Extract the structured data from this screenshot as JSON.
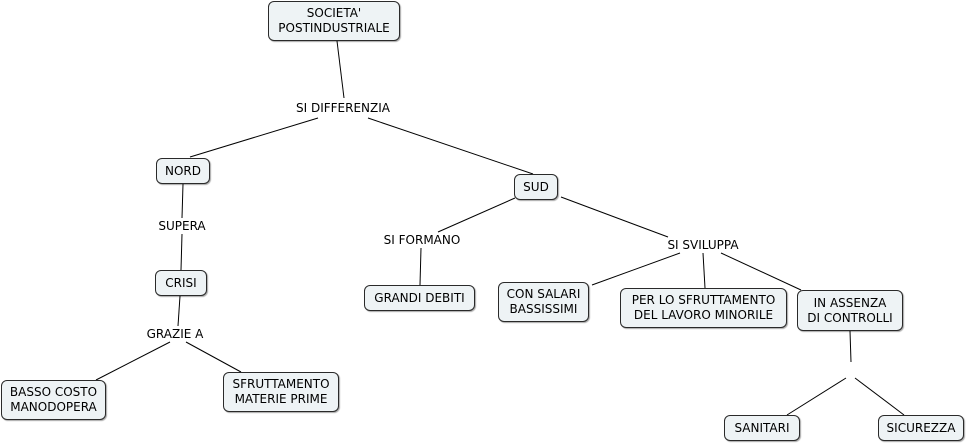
{
  "concepts": {
    "societa": "SOCIETA'\nPOSTINDUSTRIALE",
    "nord": "NORD",
    "sud": "SUD",
    "crisi": "CRISI",
    "basso_costo": "BASSO COSTO\nMANODOPERA",
    "sfruttamento_materie": "SFRUTTAMENTO\nMATERIE PRIME",
    "grandi_debiti": "GRANDI DEBITI",
    "salari": "CON SALARI\nBASSISSIMI",
    "lavoro_minorile": "PER LO SFRUTTAMENTO\nDEL LAVORO MINORILE",
    "assenza_controlli": "IN ASSENZA\nDI CONTROLLI",
    "sanitari": "SANITARI",
    "sicurezza": "SICUREZZA"
  },
  "links": {
    "si_differenzia": "SI DIFFERENZIA",
    "supera": "SUPERA",
    "grazie_a": "GRAZIE A",
    "si_formano": "SI FORMANO",
    "si_sviluppa": "SI SVILUPPA"
  },
  "colors": {
    "node_fill": "#eef3f5",
    "node_border": "#2a2a2a",
    "line": "#000000"
  }
}
